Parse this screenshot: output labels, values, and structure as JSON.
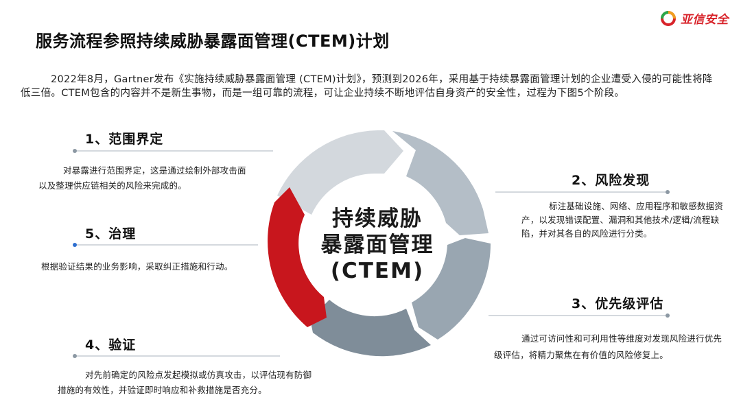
{
  "brand": {
    "name": "亚信安全",
    "accent": "#d8232a"
  },
  "title": "服务流程参照持续威胁暴露面管理(CTEM)计划",
  "intro": "2022年8月，Gartner发布《实施持续威胁暴露面管理 (CTEM)计划》，预测到2026年，采用基于持续暴露面管理计划的企业遭受入侵的可能性将降低三倍。CTEM包含的内容并不是新生事物，而是一组可靠的流程，可让企业持续不断地评估自身资产的安全性，过程为下图5个阶段。",
  "center": {
    "line1": "持续威胁",
    "line2": "暴露面管理",
    "line3": "(CTEM)"
  },
  "stages": [
    {
      "title": "1、范围界定",
      "desc": "对暴露进行范围界定，这是通过绘制外部攻击面以及整理供应链相关的风险来完成的。"
    },
    {
      "title": "2、风险发现",
      "desc": "标注基础设施、网络、应用程序和敏感数据资产，以发现错误配置、漏洞和其他技术/逻辑/流程缺陷，并对其各自的风险进行分类。"
    },
    {
      "title": "3、优先级评估",
      "desc": "通过可访问性和可利用性等维度对发现风险进行优先级评估，将精力聚焦在有价值的风险修复上。"
    },
    {
      "title": "4、验证",
      "desc": "对先前确定的风险点发起模拟或仿真攻击，以评估现有防御措施的有效性，并验证即时响应和补救措施是否充分。"
    },
    {
      "title": "5、治理",
      "desc": "根据验证结果的业务影响，采取纠正措施和行动。"
    }
  ],
  "colors": {
    "segment1": "#d3d8dd",
    "segment2": "#b4bec7",
    "segment3": "#99a6b1",
    "segment4": "#7f8d99",
    "segment5": "#c8161d",
    "rule": "#d4d9de",
    "dot_gray": "#8c98a3",
    "dot_blue": "#2e6fd0"
  }
}
